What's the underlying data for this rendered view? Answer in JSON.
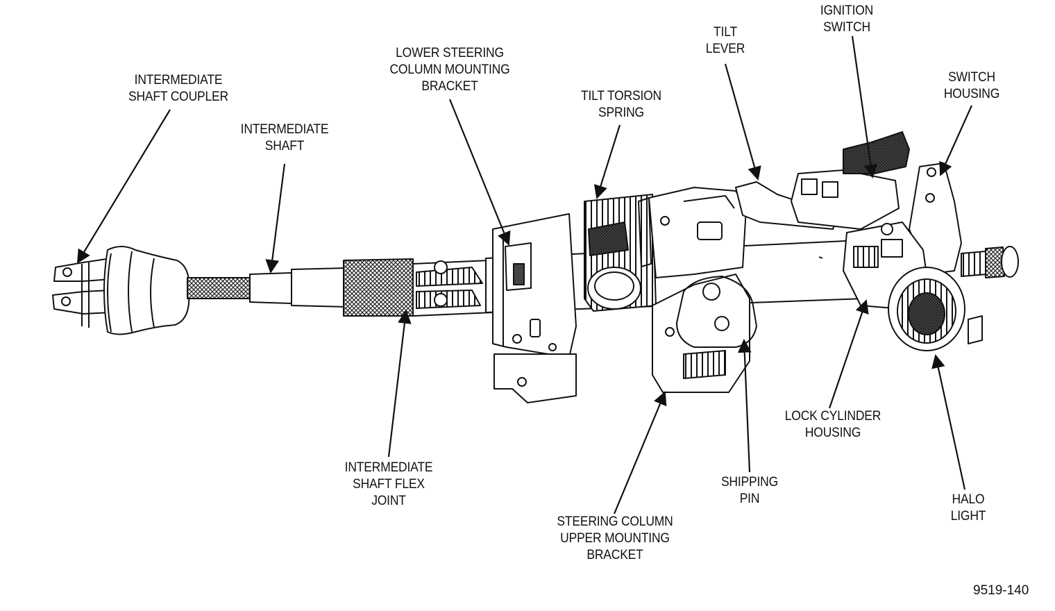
{
  "labels": {
    "intermediate_shaft_coupler": [
      "INTERMEDIATE",
      "SHAFT COUPLER"
    ],
    "intermediate_shaft": [
      "INTERMEDIATE",
      "SHAFT"
    ],
    "lower_bracket": [
      "LOWER STEERING",
      "COLUMN MOUNTING",
      "BRACKET"
    ],
    "tilt_torsion_spring": [
      "TILT TORSION",
      "SPRING"
    ],
    "tilt_lever": [
      "TILT",
      "LEVER"
    ],
    "ignition_switch": [
      "IGNITION",
      "SWITCH"
    ],
    "switch_housing": [
      "SWITCH",
      "HOUSING"
    ],
    "intermediate_shaft_flex_joint": [
      "INTERMEDIATE",
      "SHAFT FLEX",
      "JOINT"
    ],
    "upper_bracket": [
      "STEERING COLUMN",
      "UPPER MOUNTING",
      "BRACKET"
    ],
    "shipping_pin": [
      "SHIPPING",
      "PIN"
    ],
    "lock_cylinder_housing": [
      "LOCK CYLINDER",
      "HOUSING"
    ],
    "halo_light": [
      "HALO",
      "LIGHT"
    ]
  },
  "figure_id": "9519-140",
  "colors": {
    "ink": "#111111",
    "shade": "#555555",
    "paper": "#ffffff"
  }
}
